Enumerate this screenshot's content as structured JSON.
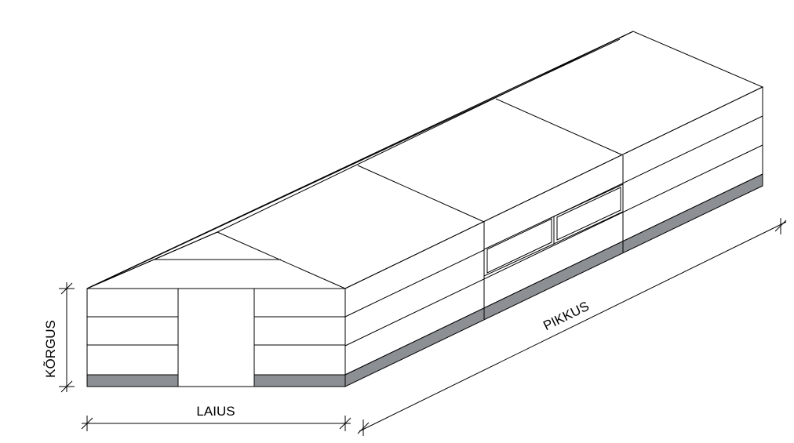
{
  "labels": {
    "width": "LAIUS",
    "length": "PIKKUS",
    "height": "KÕRGUS"
  },
  "colors": {
    "plinth": "#8c9094",
    "line": "#000000",
    "background": "#ffffff"
  }
}
